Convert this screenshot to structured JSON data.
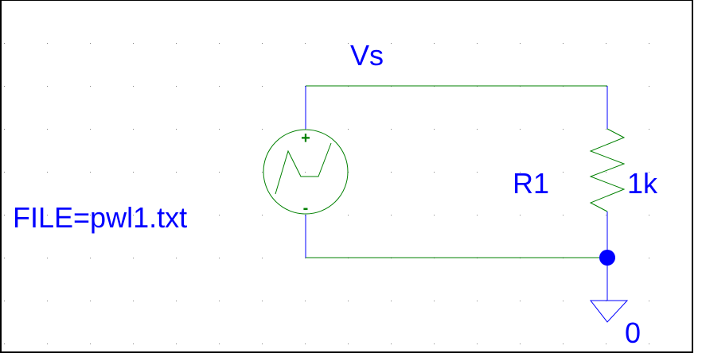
{
  "schematic": {
    "colors": {
      "wire": "#008000",
      "pin": "#0000ff",
      "symbol": "#008000",
      "label": "#0000ff",
      "junction": "#0000ff",
      "ground": "#0000ff",
      "grid_dot": "#808080",
      "border": "#000000"
    },
    "source": {
      "name": "Vs",
      "property": "FILE=pwl1.txt",
      "plus": "+",
      "minus": "-"
    },
    "resistor": {
      "name": "R1",
      "value": "1k"
    },
    "ground": {
      "label": "0"
    }
  }
}
